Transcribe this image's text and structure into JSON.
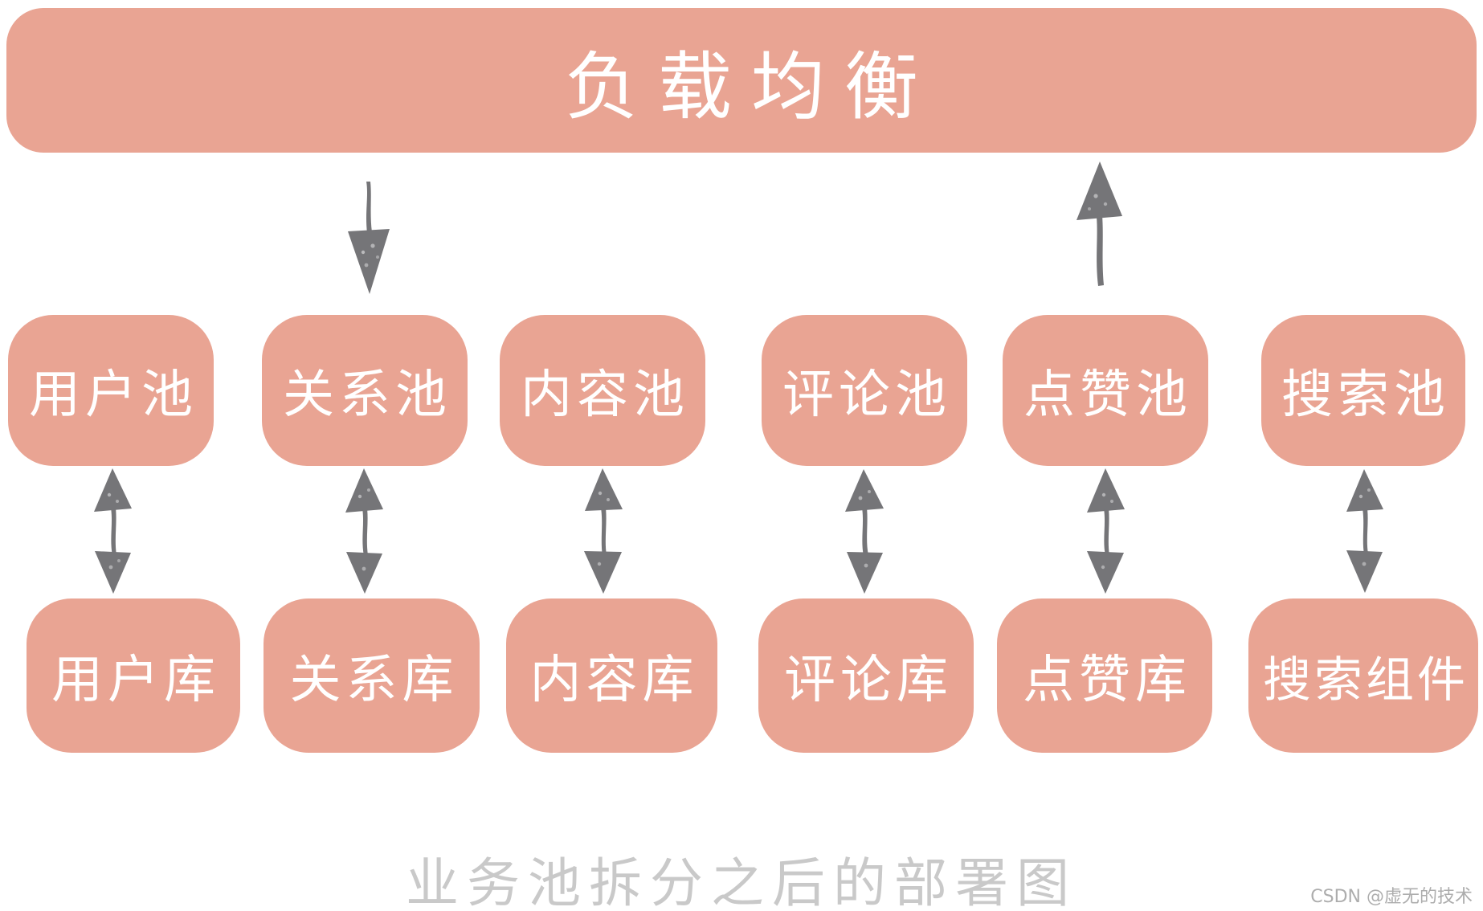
{
  "diagram": {
    "type": "deployment-diagram",
    "load_balancer": {
      "id": "load-balancer",
      "label": "负载均衡"
    },
    "pools": [
      {
        "id": "user-pool",
        "label": "用户池"
      },
      {
        "id": "relation-pool",
        "label": "关系池"
      },
      {
        "id": "content-pool",
        "label": "内容池"
      },
      {
        "id": "comment-pool",
        "label": "评论池"
      },
      {
        "id": "like-pool",
        "label": "点赞池"
      },
      {
        "id": "search-pool",
        "label": "搜索池"
      }
    ],
    "stores": [
      {
        "id": "user-store",
        "label": "用户库"
      },
      {
        "id": "relation-store",
        "label": "关系库"
      },
      {
        "id": "content-store",
        "label": "内容库"
      },
      {
        "id": "comment-store",
        "label": "评论库"
      },
      {
        "id": "like-store",
        "label": "点赞库"
      },
      {
        "id": "search-component",
        "label": "搜索组件"
      }
    ],
    "edges": [
      {
        "from": "load-balancer",
        "to": "relation-pool",
        "direction": "down",
        "icon": "arrow-down-icon"
      },
      {
        "from": "like-pool",
        "to": "load-balancer",
        "direction": "up",
        "icon": "arrow-up-icon"
      },
      {
        "from": "user-pool",
        "to": "user-store",
        "direction": "both",
        "icon": "arrow-updown-icon"
      },
      {
        "from": "relation-pool",
        "to": "relation-store",
        "direction": "both",
        "icon": "arrow-updown-icon"
      },
      {
        "from": "content-pool",
        "to": "content-store",
        "direction": "both",
        "icon": "arrow-updown-icon"
      },
      {
        "from": "comment-pool",
        "to": "comment-store",
        "direction": "both",
        "icon": "arrow-updown-icon"
      },
      {
        "from": "like-pool",
        "to": "like-store",
        "direction": "both",
        "icon": "arrow-updown-icon"
      },
      {
        "from": "search-pool",
        "to": "search-component",
        "direction": "both",
        "icon": "arrow-updown-icon"
      }
    ],
    "caption": "业务池拆分之后的部署图",
    "watermark": "CSDN @虚无的技术",
    "colors": {
      "node_fill": "#e9a493",
      "node_text": "#ffffff",
      "arrow": "#757578",
      "caption_text": "#c9c9c9",
      "watermark_text": "#adadad",
      "background": "#ffffff"
    }
  }
}
